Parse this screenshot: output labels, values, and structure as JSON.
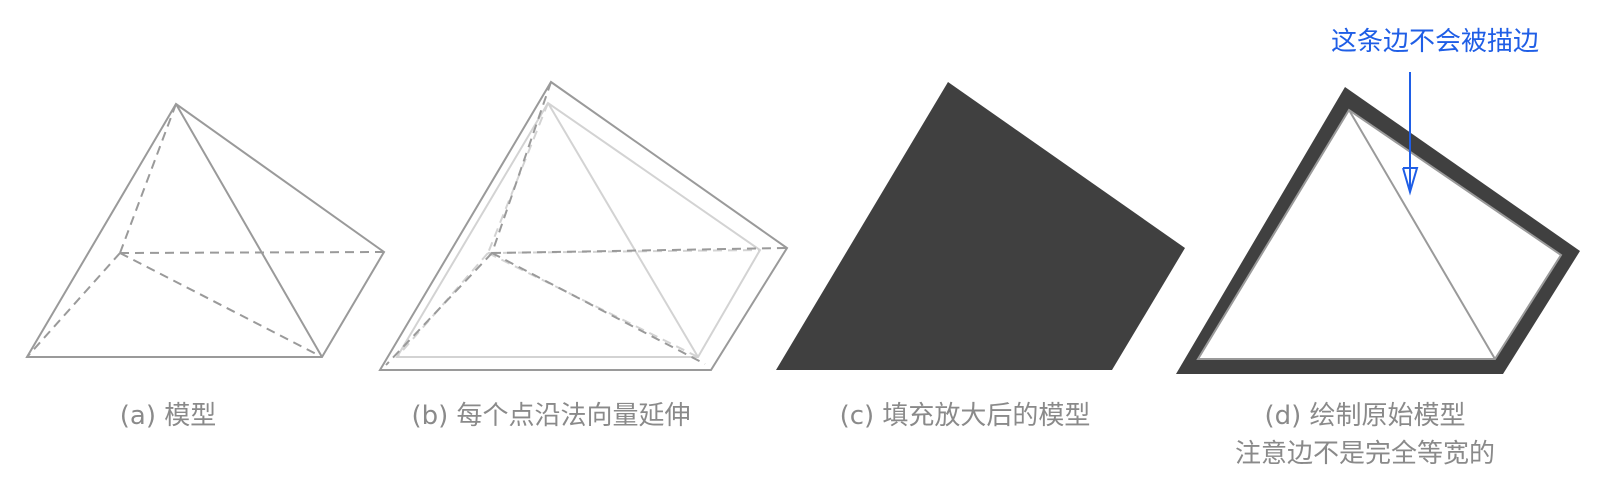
{
  "panels": [
    {
      "id": "a",
      "caption": "(a) 模型"
    },
    {
      "id": "b",
      "caption": "(b) 每个点沿法向量延伸"
    },
    {
      "id": "c",
      "caption": "(c) 填充放大后的模型"
    },
    {
      "id": "d",
      "caption_line1": "(d) 绘制原始模型",
      "caption_line2": "注意边不是完全等宽的"
    }
  ],
  "annotation": {
    "label": "这条边不会被描边"
  },
  "colors": {
    "outline": "#9a9a9a",
    "outline_light": "#d3d3d3",
    "fill_dark": "#404040",
    "annotation": "#1f5ee6",
    "caption": "#8a8a8a"
  }
}
